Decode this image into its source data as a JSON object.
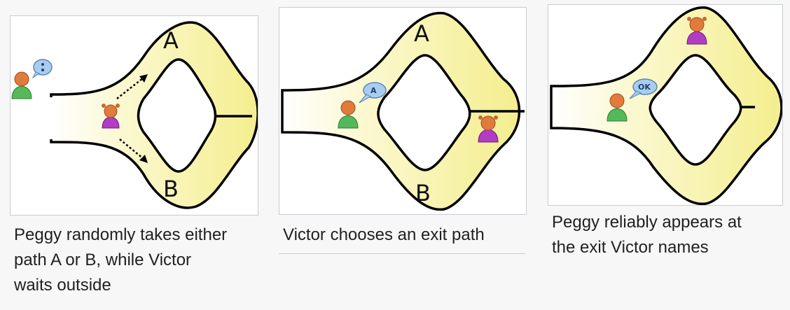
{
  "panels": [
    {
      "label_a": "A",
      "label_b": "B",
      "caption_lines": [
        "Peggy randomly takes either",
        "path A or B, while Victor",
        "waits outside"
      ]
    },
    {
      "label_a": "A",
      "label_b": "B",
      "bubble": "A",
      "caption_lines": [
        "Victor chooses an exit path"
      ]
    },
    {
      "bubble": "OK",
      "caption_lines": [
        "Peggy reliably appears at",
        "the exit Victor names"
      ]
    }
  ],
  "colors": {
    "cave_fill": "#f7f29a",
    "cave_outline": "#000000",
    "victor": "#55b85a",
    "peggy": "#b23cc4",
    "skin": "#e07b3c",
    "bubble": "#a9cdef"
  }
}
